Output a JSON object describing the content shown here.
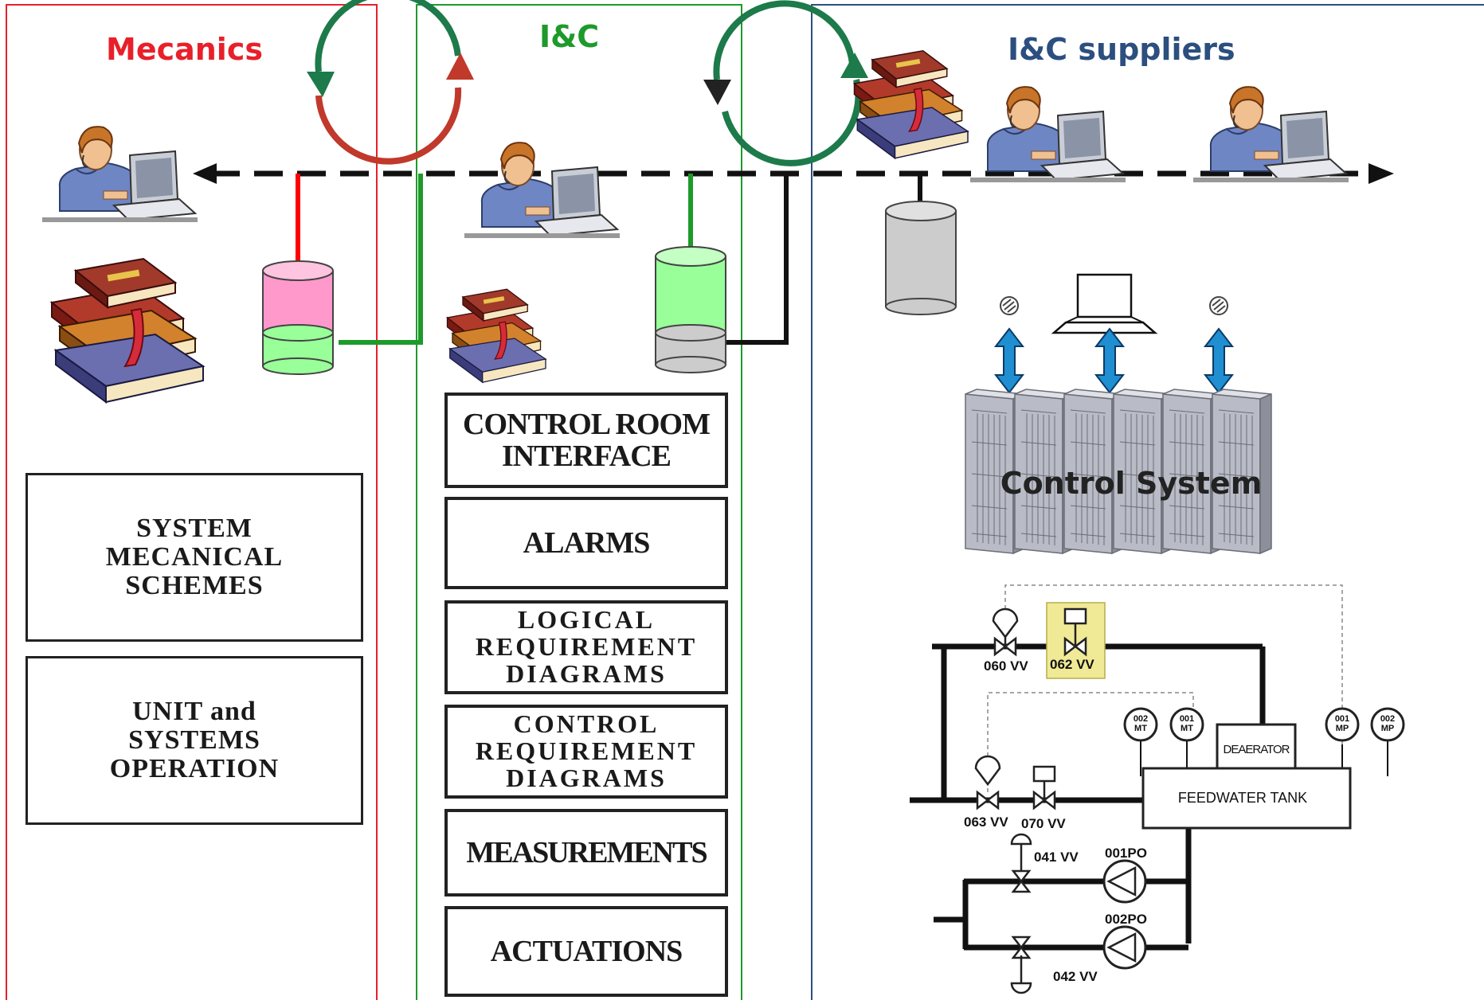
{
  "columns": {
    "mechanics": {
      "title": "Mecanics",
      "color": "#e8202a"
    },
    "ic": {
      "title": "I&C",
      "color": "#1e9a2a"
    },
    "suppliers": {
      "title": "I&C suppliers",
      "color": "#2b4f7e"
    }
  },
  "mechanics_docs": [
    "SYSTEM\nMECANICAL\nSCHEMES",
    "UNIT and\nSYSTEMS\nOPERATION"
  ],
  "ic_docs": [
    "CONTROL ROOM\nINTERFACE",
    "ALARMS",
    "LOGICAL\nREQUIREMENT\nDIAGRAMS",
    "CONTROL\nREQUIREMENT\nDIAGRAMS",
    "MEASUREMENTS",
    "ACTUATIONS"
  ],
  "control_system": {
    "label": "Control System"
  },
  "process_diagram": {
    "valves": {
      "v060": "060 VV",
      "v062": "062 VV",
      "v063": "063 VV",
      "v070": "070 VV",
      "v041": "041 VV",
      "v042": "042 VV"
    },
    "pumps": {
      "p001": "001PO",
      "p002": "002PO"
    },
    "instruments": {
      "i002mt": [
        "002",
        "MT"
      ],
      "i001mt": [
        "001",
        "MT"
      ],
      "i001mp": [
        "001",
        "MP"
      ],
      "i002mp": [
        "002",
        "MP"
      ]
    },
    "deaerator": "DEAERATOR",
    "feedwater_tank": "FEEDWATER TANK"
  },
  "icons": [
    "engineer-at-computer-icon",
    "book-stack-icon",
    "database-cylinder-icon",
    "laptop-icon",
    "wireless-sensor-icon",
    "exchange-arrow-icon",
    "cycle-arrows-icon"
  ],
  "colors": {
    "db_pink": "#ff99cc",
    "db_green": "#99ff99",
    "db_gray": "#cccccc",
    "bidir_arrow": "#1f8fd1",
    "cycle_red": "#c0392b",
    "cycle_green": "#1d7a4a",
    "highlight": "#f0ea96"
  }
}
